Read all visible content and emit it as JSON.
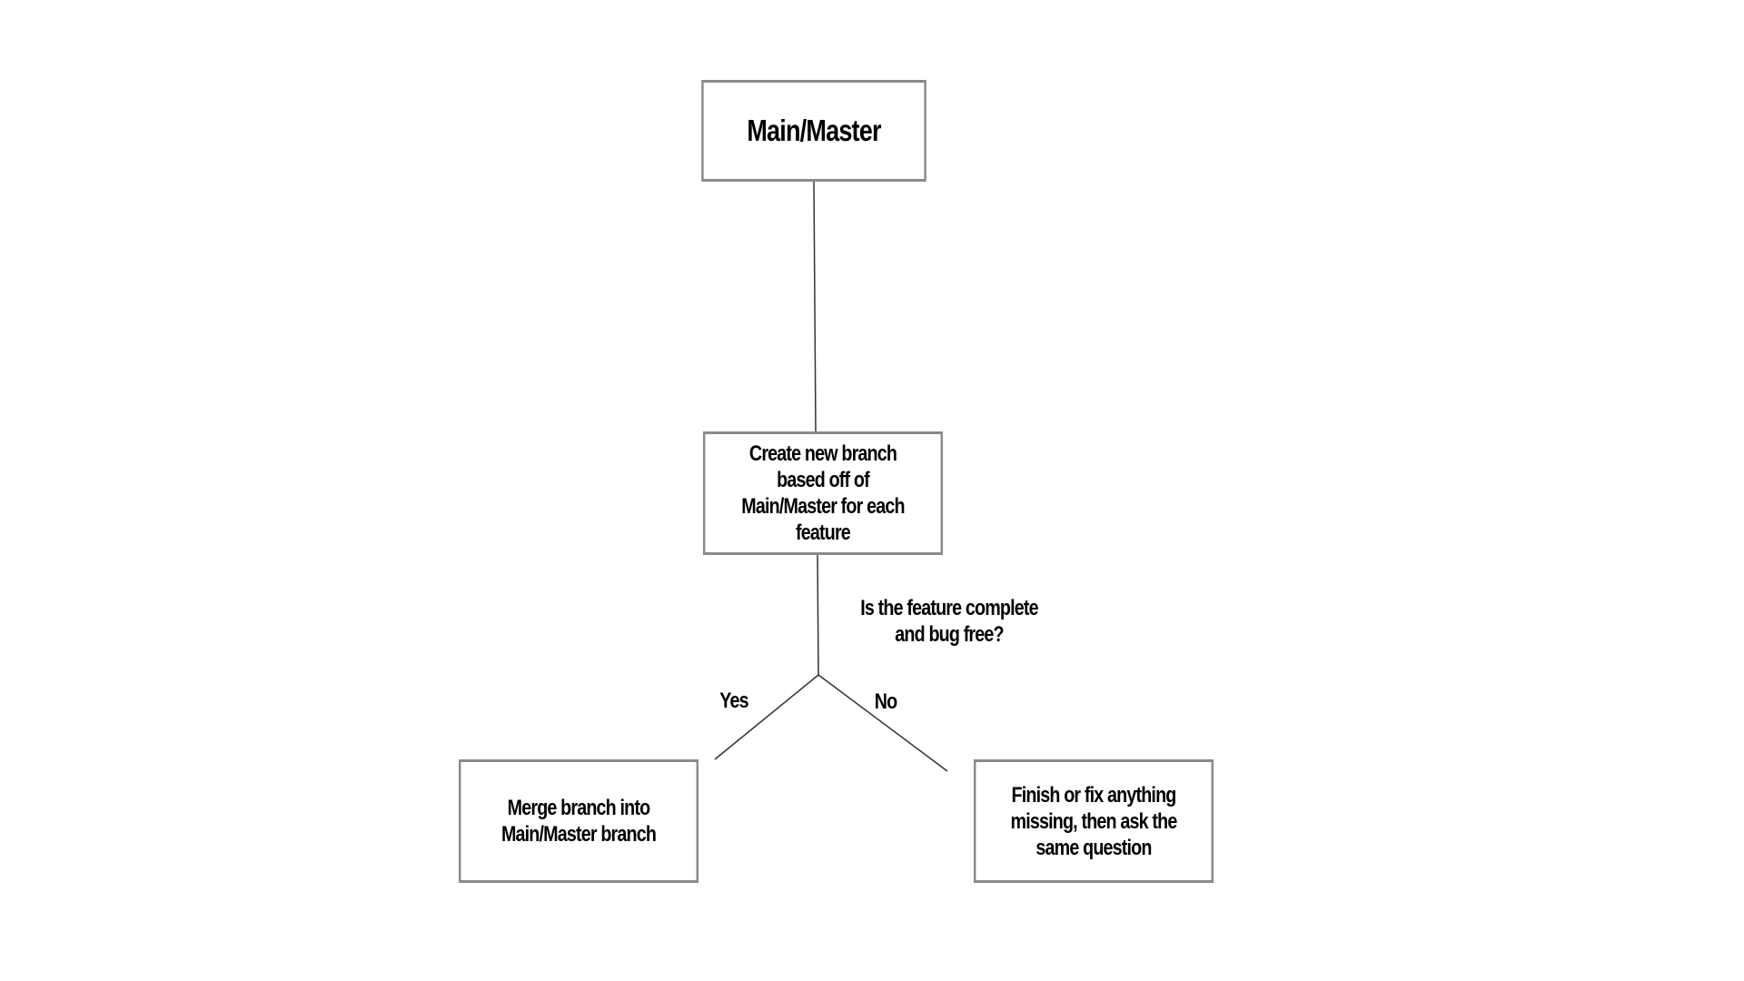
{
  "diagram": {
    "nodes": {
      "main": "Main/Master",
      "create": "Create new branch\nbased off of\nMain/Master for each\nfeature",
      "merge": "Merge branch into\nMain/Master branch",
      "finish": "Finish or fix anything\nmissing, then ask the\nsame question"
    },
    "labels": {
      "question": "Is the feature complete\nand bug free?",
      "yes": "Yes",
      "no": "No"
    },
    "colors": {
      "box_border": "#8a8a8a",
      "line": "#333333",
      "text": "#000000",
      "background": "#ffffff"
    }
  }
}
